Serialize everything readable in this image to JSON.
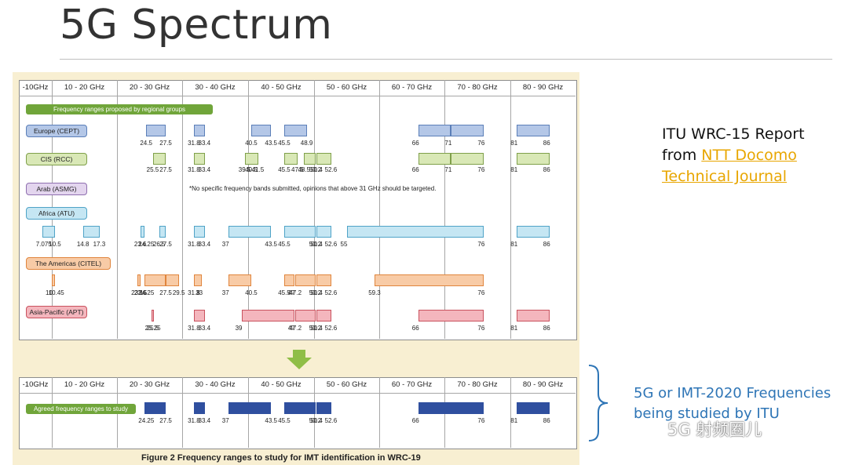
{
  "title": "5G Spectrum",
  "figure": {
    "headers": [
      "-10GHz",
      "10 - 20 GHz",
      "20 - 30 GHz",
      "30 - 40 GHz",
      "40 - 50 GHz",
      "50 - 60 GHz",
      "60 - 70 GHz",
      "70 - 80 GHz",
      "80 - 90 GHz"
    ],
    "group_label": "Frequency ranges proposed by regional groups",
    "note": "*No specific frequency bands submitted, opinions that above 31 GHz should be targeted.",
    "regions": [
      {
        "name": "Europe (CEPT)",
        "fill": "#b4c7e7",
        "stroke": "#5b7fb8",
        "bands": [
          [
            24.5,
            27.5
          ],
          [
            31.8,
            33.4
          ],
          [
            40.5,
            43.5
          ],
          [
            45.5,
            48.9
          ],
          [
            66,
            71
          ],
          [
            71,
            76
          ],
          [
            81,
            86
          ]
        ],
        "labels": [
          "24.5",
          "27.5",
          "31.8",
          "33.4",
          "40.5",
          "43.5",
          "45.5",
          "48.9",
          "66",
          "71",
          "76",
          "81",
          "86"
        ]
      },
      {
        "name": "CIS (RCC)",
        "fill": "#d9e8b6",
        "stroke": "#7fa04a",
        "bands": [
          [
            25.5,
            27.5
          ],
          [
            31.8,
            33.4
          ],
          [
            39.5,
            41.5
          ],
          [
            45.5,
            47.5
          ],
          [
            48.5,
            50.2
          ],
          [
            50.4,
            52.6
          ],
          [
            66,
            71
          ],
          [
            71,
            76
          ],
          [
            81,
            86
          ]
        ],
        "labels": [
          "25.5",
          "27.5",
          "31.8",
          "33.4",
          "39.5",
          "41.5",
          "45.5",
          "47.5",
          "48.5",
          "50.2",
          "50.4",
          "52.6",
          "40.5",
          "66",
          "71",
          "76",
          "81",
          "86"
        ]
      },
      {
        "name": "Arab (ASMG)",
        "fill": "#e3d5ee",
        "stroke": "#8f6fb0",
        "bands": [],
        "labels": []
      },
      {
        "name": "Africa (ATU)",
        "fill": "#c5e6f3",
        "stroke": "#4fa3c7",
        "bands": [
          [
            7.075,
            10.5
          ],
          [
            14.8,
            17.3
          ],
          [
            23.6,
            24.25
          ],
          [
            26.5,
            27.5
          ],
          [
            31.8,
            33.4
          ],
          [
            37,
            43.5
          ],
          [
            45.5,
            50.2
          ],
          [
            50.4,
            52.6
          ],
          [
            55,
            76
          ],
          [
            81,
            86
          ]
        ],
        "labels": [
          "7.075",
          "10.5",
          "14.8",
          "17.3",
          "23.6",
          "24.25",
          "26.5",
          "27.5",
          "31.8",
          "33.4",
          "37",
          "43.5",
          "45.5",
          "50.2",
          "50.4",
          "52.6",
          "55",
          "76",
          "81",
          "86"
        ]
      },
      {
        "name": "The Americas (CITEL)",
        "fill": "#f8cba6",
        "stroke": "#e0853d",
        "bands": [
          [
            10,
            10.45
          ],
          [
            23.15,
            23.6
          ],
          [
            24.25,
            27.5
          ],
          [
            27.5,
            29.5
          ],
          [
            31.8,
            33
          ],
          [
            37,
            40.5
          ],
          [
            45.5,
            47
          ],
          [
            47.2,
            50.2
          ],
          [
            50.4,
            52.6
          ],
          [
            59.3,
            76
          ]
        ],
        "labels": [
          "23.15",
          "23.6",
          "10",
          "10.45",
          "24.25",
          "27.5",
          "29.5",
          "31.8",
          "33",
          "37",
          "40.5",
          "45.5",
          "47",
          "47.2",
          "50.2",
          "50.4",
          "52.6",
          "59.3",
          "76"
        ]
      },
      {
        "name": "Asia-Pacific (APT)",
        "fill": "#f4b6bd",
        "stroke": "#c9525e",
        "bands": [
          [
            25.25,
            25.5
          ],
          [
            31.8,
            33.4
          ],
          [
            39,
            47
          ],
          [
            47.2,
            50.2
          ],
          [
            50.4,
            52.6
          ],
          [
            66,
            76
          ],
          [
            81,
            86
          ]
        ],
        "labels": [
          "25.25",
          "25.5",
          "31.8",
          "33.4",
          "39",
          "47",
          "47.2",
          "50.2",
          "50.4",
          "52.6",
          "66",
          "76",
          "81",
          "86"
        ]
      }
    ],
    "agreed_label": "Agreed frequency ranges to study",
    "agreed_bands": [
      [
        24.25,
        27.5
      ],
      [
        31.8,
        33.4
      ],
      [
        37,
        43.5
      ],
      [
        45.5,
        50.2
      ],
      [
        50.4,
        52.6
      ],
      [
        66,
        76
      ],
      [
        81,
        86
      ]
    ],
    "agreed_labels": [
      "24.25",
      "27.5",
      "31.8",
      "33.4",
      "37",
      "43.5",
      "45.5",
      "50.2",
      "50.4",
      "52.6",
      "66",
      "76",
      "81",
      "86"
    ],
    "caption": "Figure 2   Frequency ranges to study for IMT identification in WRC-19"
  },
  "side_note_1": {
    "line1": "ITU WRC-15 Report",
    "line2_prefix": "from ",
    "link1": "NTT Docomo",
    "link2": "Technical Journal"
  },
  "side_note_2": {
    "line1": "5G or IMT-2020 Frequencies",
    "line2": "being studied by ITU"
  },
  "watermark": "5G 射频圈儿",
  "colors": {
    "agreed": "#2f4f9f",
    "pill": "#70a53a",
    "brace": "#2e75b6",
    "link": "#e8a600"
  }
}
